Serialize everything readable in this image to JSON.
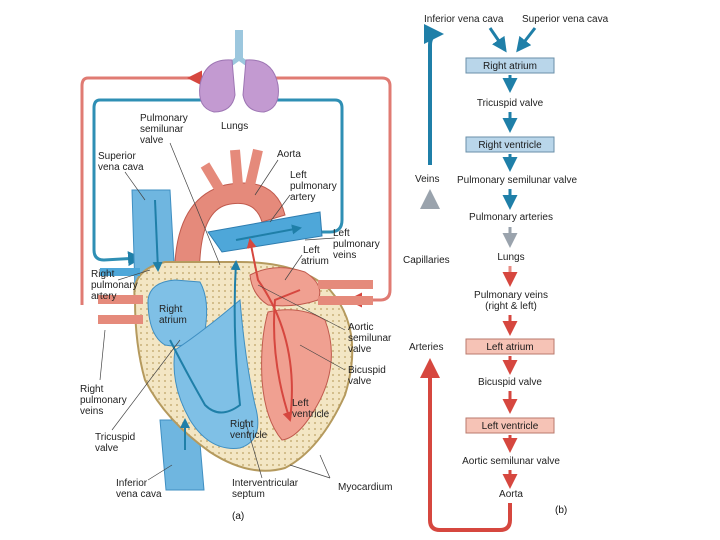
{
  "panel_a": {
    "tag": "(a)",
    "labels": {
      "lungs": "Lungs",
      "pulm_semilunar_1": "Pulmonary",
      "pulm_semilunar_2": "semilunar",
      "pulm_semilunar_3": "valve",
      "aorta": "Aorta",
      "superior_vc_1": "Superior",
      "superior_vc_2": "vena cava",
      "left_pa_1": "Left",
      "left_pa_2": "pulmonary",
      "left_pa_3": "artery",
      "left_pv_1": "Left",
      "left_pv_2": "pulmonary",
      "left_pv_3": "veins",
      "left_atrium_1": "Left",
      "left_atrium_2": "atrium",
      "right_pa_1": "Right",
      "right_pa_2": "pulmonary",
      "right_pa_3": "artery",
      "right_atrium_1": "Right",
      "right_atrium_2": "atrium",
      "aortic_sv_1": "Aortic",
      "aortic_sv_2": "semilunar",
      "aortic_sv_3": "valve",
      "bicuspid_1": "Bicuspid",
      "bicuspid_2": "valve",
      "right_pv_1": "Right",
      "right_pv_2": "pulmonary",
      "right_pv_3": "veins",
      "left_ventricle_1": "Left",
      "left_ventricle_2": "ventricle",
      "tricuspid_1": "Tricuspid",
      "tricuspid_2": "valve",
      "right_ventricle_1": "Right",
      "right_ventricle_2": "ventricle",
      "inferior_vc_1": "Inferior",
      "inferior_vc_2": "vena cava",
      "interventricular_1": "Interventricular",
      "interventricular_2": "septum",
      "myocardium": "Myocardium"
    }
  },
  "panel_b": {
    "tag": "(b)",
    "inferior_vena_cava": "Inferior vena cava",
    "superior_vena_cava": "Superior vena cava",
    "right_atrium": "Right atrium",
    "tricuspid_valve": "Tricuspid valve",
    "right_ventricle": "Right ventricle",
    "pulmonary_semilunar_valve": "Pulmonary semilunar valve",
    "pulmonary_arteries": "Pulmonary arteries",
    "lungs": "Lungs",
    "pulmonary_veins_1": "Pulmonary veins",
    "pulmonary_veins_2": "(right & left)",
    "left_atrium": "Left atrium",
    "bicuspid_valve": "Bicuspid valve",
    "left_ventricle": "Left ventricle",
    "aortic_semilunar_valve": "Aortic semilunar valve",
    "aorta": "Aorta",
    "veins": "Veins",
    "capillaries": "Capillaries",
    "arteries": "Arteries"
  },
  "colors": {
    "deoxygenated": "#2f8fb4",
    "oxygenated": "#d9534f",
    "blue_box": "#b9d6ea",
    "red_box": "#f6c3b6"
  }
}
